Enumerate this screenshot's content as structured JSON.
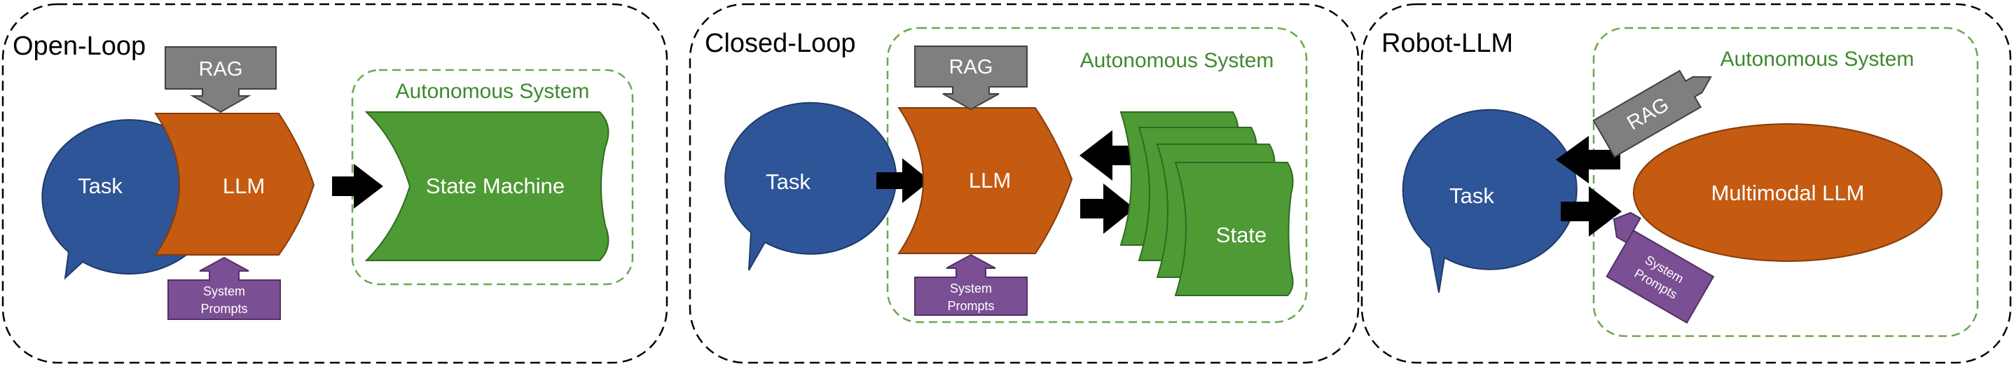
{
  "panels": [
    {
      "title": "Open-Loop"
    },
    {
      "title": "Closed-Loop"
    },
    {
      "title": "Robot-LLM"
    }
  ],
  "open_loop": {
    "task": "Task",
    "llm": "LLM",
    "rag": "RAG",
    "system_prompts": [
      "System",
      "Prompts"
    ],
    "autonomous_system": "Autonomous System",
    "state_machine": "State Machine"
  },
  "closed_loop": {
    "task": "Task",
    "llm": "LLM",
    "rag": "RAG",
    "system_prompts": [
      "System",
      "Prompts"
    ],
    "autonomous_system": "Autonomous System",
    "state": "State"
  },
  "robot_llm": {
    "task": "Task",
    "rag": "RAG",
    "system_prompts": [
      "System",
      "Prompts"
    ],
    "autonomous_system": "Autonomous System",
    "multimodal_llm": "Multimodal LLM"
  },
  "colors": {
    "task_fill": "#2E5597",
    "llm_fill": "#C55A11",
    "state_fill": "#4E9A35",
    "rag_fill": "#7F7F7F",
    "prompts_fill": "#7B4F93",
    "autonomous_label": "#3E8A2E",
    "dashed_green": "#6AA84F"
  }
}
